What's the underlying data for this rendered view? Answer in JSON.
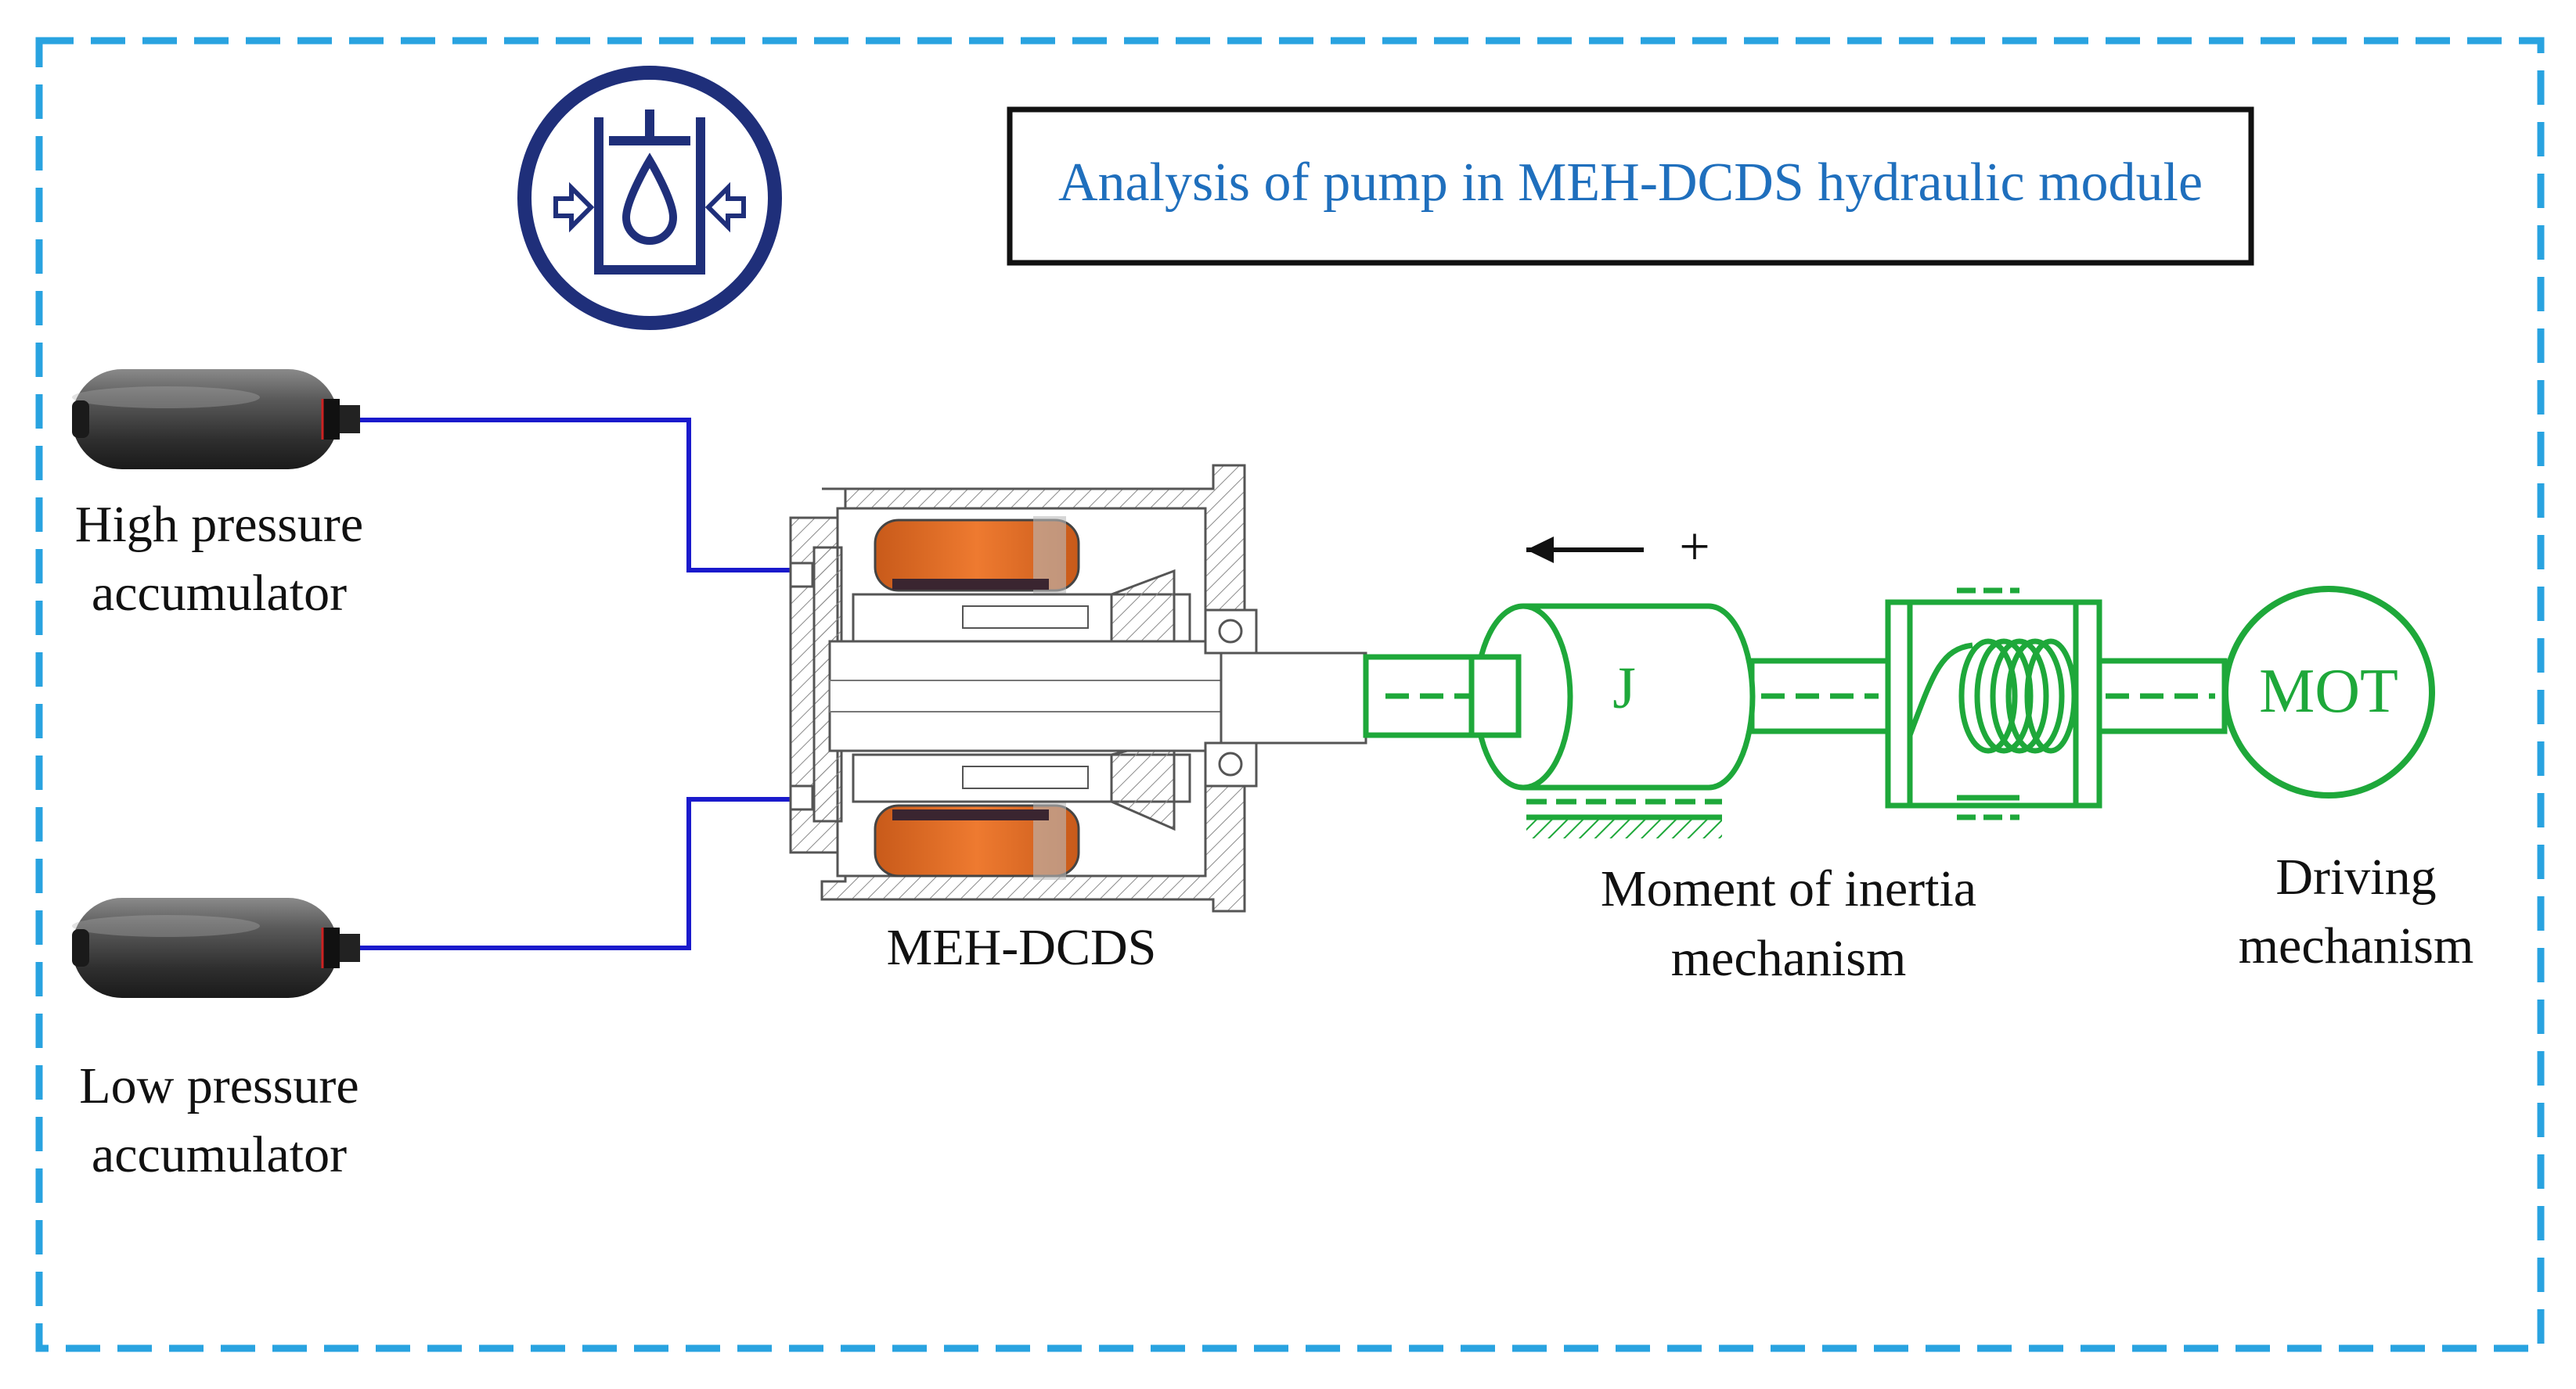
{
  "title": "Analysis of pump in MEH-DCDS hydraulic module",
  "labels": {
    "high_pressure_line1": "High pressure",
    "high_pressure_line2": "accumulator",
    "low_pressure_line1": "Low pressure",
    "low_pressure_line2": "accumulator",
    "pump": "MEH-DCDS",
    "inertia_line1": "Moment of inertia",
    "inertia_line2": "mechanism",
    "driving_line1": "Driving",
    "driving_line2": "mechanism",
    "inertia_symbol": "J",
    "motor": "MOT",
    "direction_plus": "+"
  },
  "icons": {
    "badge": "hydraulic-pump-badge-icon",
    "accumulator": "bladder-accumulator-icon"
  },
  "colors": {
    "frame": "#29a3e0",
    "title_text": "#1f6fbd",
    "badge": "#1f2f7a",
    "hydraulic_line": "#1a1acc",
    "mechanism": "#1ea83a",
    "coil": "#e06a1e",
    "housing": "#666666",
    "text": "#111111"
  }
}
